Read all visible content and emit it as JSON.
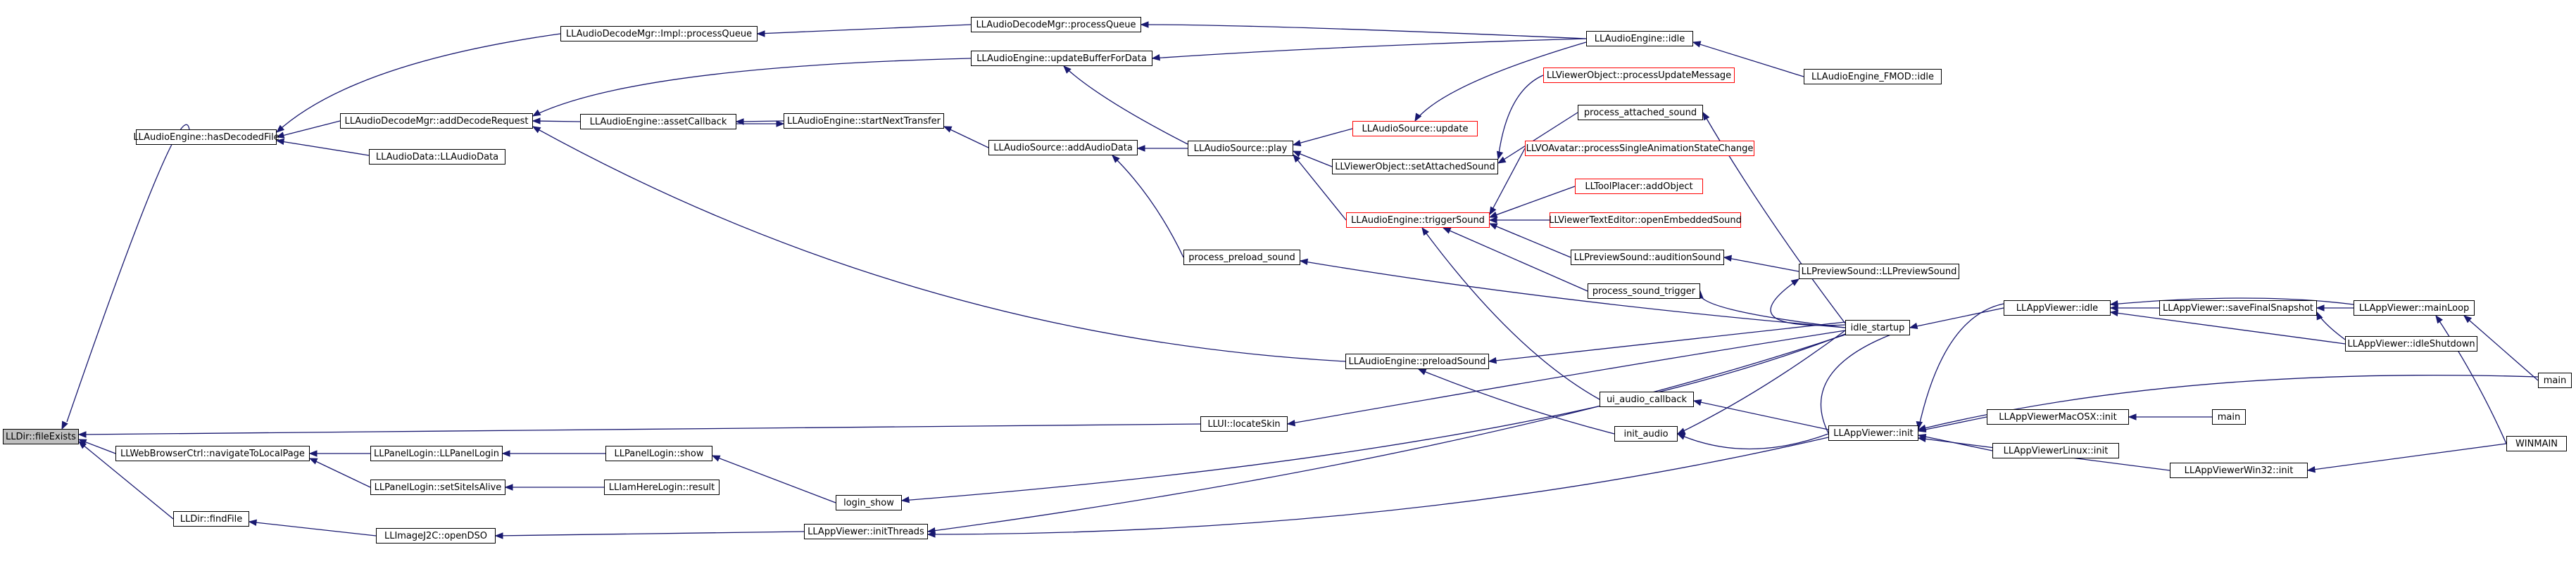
{
  "colors": {
    "edge": "#191970",
    "border_default": "#000000",
    "border_truncated": "#ff0000",
    "focus_fill": "#bfbfbf"
  },
  "nodes": {
    "fileexists": "LLDir::fileExists",
    "hasdecodedfile": "LLAudioEngine::hasDecodedFile",
    "adddecoderequest": "LLAudioDecodeMgr::addDecodeRequest",
    "audiodata": "LLAudioData::LLAudioData",
    "impl_processqueue": "LLAudioDecodeMgr::Impl::processQueue",
    "processqueue": "LLAudioDecodeMgr::processQueue",
    "idle_engine": "LLAudioEngine::idle",
    "fmod_idle": "LLAudioEngine_FMOD::idle",
    "updatebuffer": "LLAudioEngine::updateBufferForData",
    "assetcallback": "LLAudioEngine::assetCallback",
    "startnexttransfer": "LLAudioEngine::startNextTransfer",
    "adddata": "LLAudioSource::addAudioData",
    "play": "LLAudioSource::play",
    "source_update": "LLAudioSource::update",
    "processupdatemessage": "LLViewerObject::processUpdateMessage",
    "process_attached": "process_attached_sound",
    "setattachedsound": "LLViewerObject::setAttachedSound",
    "vobjavatar": "LLVOAvatar::processSingleAnimationStateChange",
    "toolplacer": "LLToolPlacer::addObject",
    "triggersound": "LLAudioEngine::triggerSound",
    "opnembedded": "LLViewerTextEditor::openEmbeddedSound",
    "process_preload": "process_preload_sound",
    "auditionsound": "LLPreviewSound::auditionSound",
    "previewsound": "LLPreviewSound::LLPreviewSound",
    "process_trigger": "process_sound_trigger",
    "idle_startup": "idle_startup",
    "preloadsound": "LLAudioEngine::preloadSound",
    "ui_audio_callback": "ui_audio_callback",
    "init_audio": "init_audio",
    "appviewer_idle": "LLAppViewer::idle",
    "savefinalsnapshot": "LLAppViewer::saveFinalSnapshot",
    "mainloop": "LLAppViewer::mainLoop",
    "idleshutdown": "LLAppViewer::idleShutdown",
    "main_right": "main",
    "appviewer_init": "LLAppViewer::init",
    "macosx_init": "LLAppViewerMacOSX::init",
    "main_mid": "main",
    "linux_init": "LLAppViewerLinux::init",
    "win32_init": "LLAppViewerWin32::init",
    "winmain": "WINMAIN",
    "locateskin": "LLUI::locateSkin",
    "navigate": "LLWebBrowserCtrl::navigateToLocalPage",
    "panellogin": "LLPanelLogin::LLPanelLogin",
    "panellogin_show": "LLPanelLogin::show",
    "login_show": "login_show",
    "setsitealive": "LLPanelLogin::setSiteIsAlive",
    "iamhere": "LLIamHereLogin::result",
    "findfile": "LLDir::findFile",
    "opendso": "LLImageJ2C::openDSO",
    "initthreads": "LLAppViewer::initThreads"
  }
}
